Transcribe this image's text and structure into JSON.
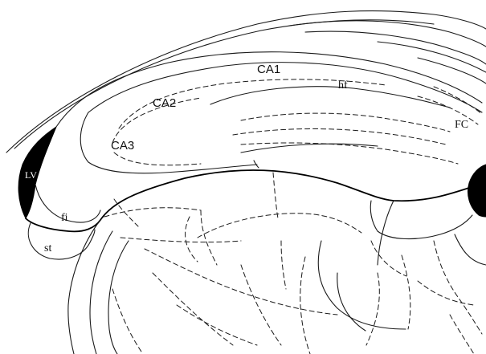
{
  "labels": {
    "ca1": "CA1",
    "ca2": "CA2",
    "ca3": "CA3",
    "hf": "hf",
    "fc": "FC",
    "lv": "LV",
    "fi": "fi",
    "st": "st"
  },
  "colors": {
    "line": "#1a1a1a",
    "ventricle_fill": "#000000",
    "background": "#ffffff"
  }
}
